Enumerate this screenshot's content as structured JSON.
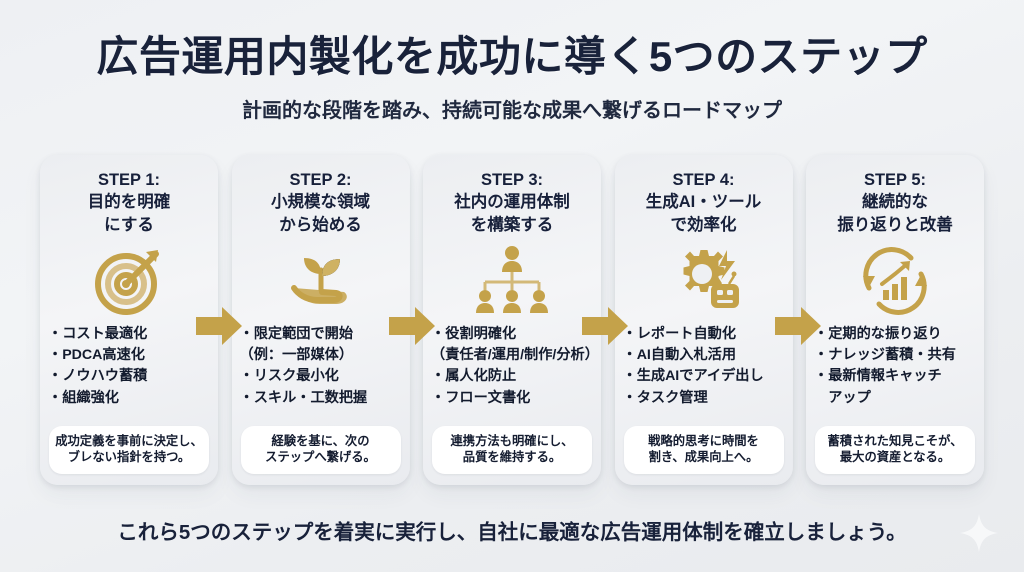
{
  "header": {
    "title": "広告運用内製化を成功に導く5つのステップ",
    "subtitle": "計画的な段階を踏み、持続可能な成果へ繋げるロードマップ"
  },
  "colors": {
    "gold": "#c4a24a",
    "gold_light": "#d6bc7c",
    "navy": "#19223a",
    "card_bg": "#eef0f3",
    "note_bg": "#ffffff",
    "page_bg": "#eef0f3"
  },
  "steps": [
    {
      "title": "STEP 1:\n目的を明確\nにする",
      "icon": "target-icon",
      "bullets": [
        "・コスト最適化",
        "・PDCA高速化",
        "・ノウハウ蓄積",
        "・組織強化"
      ],
      "note": "成功定義を事前に決定し、\nブレない指針を持つ。"
    },
    {
      "title": "STEP 2:\n小規模な領域\nから始める",
      "icon": "sprout-in-hand-icon",
      "bullets": [
        "・限定範団で開始\n（例：一部媒体）",
        "・リスク最小化",
        "・スキル・工数把握"
      ],
      "note": "経験を基に、次の\nステップへ繋げる。"
    },
    {
      "title": "STEP 3:\n社内の運用体制\nを構築する",
      "icon": "org-chart-icon",
      "bullets": [
        "・役割明確化\n（責任者/運用/制作/分析）",
        "・属人化防止",
        "・フロー文書化"
      ],
      "note": "連携方法も明確にし、\n品質を維持する。"
    },
    {
      "title": "STEP 4:\n生成AI・ツール\nで効率化",
      "icon": "gear-robot-icon",
      "bullets": [
        "・レポート自動化",
        "・AI自動入札活用",
        "・生成AIでアイデ出し",
        "・タスク管理"
      ],
      "note": "戦略的思考に時間を\n割き、成果向上へ。"
    },
    {
      "title": "STEP 5:\n継続的な\n振り返りと改善",
      "icon": "cycle-growth-icon",
      "bullets": [
        "・定期的な振り返り",
        "・ナレッジ蓄積・共有",
        "・最新情報キャッチ\n　アップ"
      ],
      "note": "蓄積された知見こそが、\n最大の資産となる。"
    }
  ],
  "arrows": [
    {
      "name": "arrow-step1-to-step2"
    },
    {
      "name": "arrow-step2-to-step3"
    },
    {
      "name": "arrow-step3-to-step4"
    },
    {
      "name": "arrow-step4-to-step5"
    }
  ],
  "footer": {
    "text": "これら5つのステップを着実に実行し、自社に最適な広告運用体制を確立しましょう。"
  }
}
